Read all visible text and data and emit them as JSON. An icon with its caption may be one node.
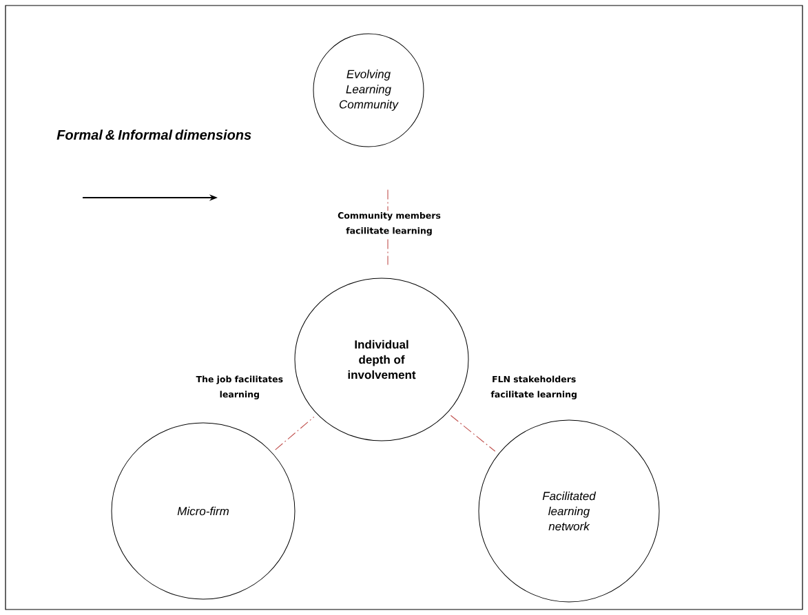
{
  "diagram": {
    "nodes": [
      {
        "text": [
          "Evolving Learning Community"
        ]
      },
      {
        "text": [
          "Individual depth of involvement"
        ]
      },
      {
        "text": [
          "Micro-firm"
        ]
      },
      {
        "text": [
          "Facilitated learning network"
        ]
      }
    ],
    "edges": [
      {
        "from": 0,
        "to": 1,
        "arrow": "none",
        "label": "Community members facilitate learning",
        "style": "dashed",
        "color": "#c0504d"
      },
      {
        "from": 2,
        "to": 1,
        "arrow": "none",
        "label": "The job facilitates learning",
        "style": "dashed",
        "color": "#c0504d"
      },
      {
        "from": 1,
        "to": 3,
        "arrow": "none",
        "label": "FLN stakeholders facilitate learning",
        "style": "dashed",
        "color": "#c0504d"
      }
    ],
    "labels": [
      "Formal & Informal dimensions"
    ]
  }
}
